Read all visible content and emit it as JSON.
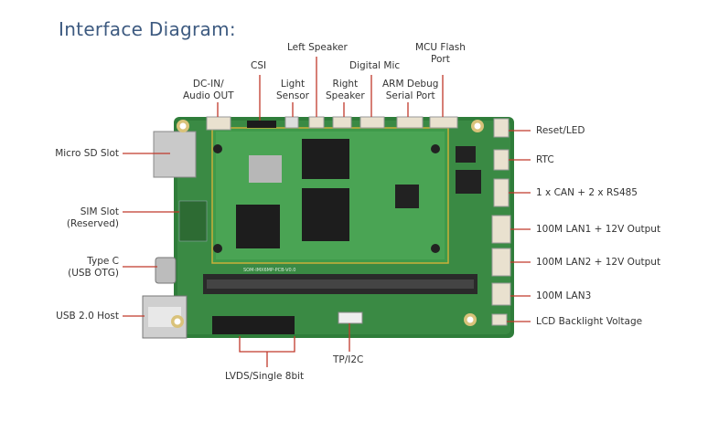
{
  "title": "Interface Diagram:",
  "top_labels": {
    "dc_in": "DC-IN/\nAudio OUT",
    "csi": "CSI",
    "light_sensor": "Light\nSensor",
    "left_speaker": "Left Speaker",
    "right_speaker": "Right\nSpeaker",
    "digital_mic": "Digital Mic",
    "arm_debug": "ARM Debug\nSerial Port",
    "mcu_flash": "MCU Flash\nPort"
  },
  "left_labels": {
    "micro_sd": "Micro SD Slot",
    "sim_slot": "SIM Slot\n(Reserved)",
    "type_c": "Type C\n(USB OTG)",
    "usb_host": "USB 2.0 Host"
  },
  "right_labels": {
    "reset_led": "Reset/LED",
    "rtc": "RTC",
    "can_rs485": "1 x CAN + 2 x RS485",
    "lan1": "100M LAN1 + 12V Output",
    "lan2": "100M LAN2 + 12V Output",
    "lan3": "100M LAN3",
    "lcd_backlight": "LCD Backlight Voltage"
  },
  "bottom_labels": {
    "lvds": "LVDS/Single 8bit",
    "tp_i2c": "TP/I2C"
  },
  "board_silkscreen": "SOM-IMX6MP-PCB-V0.0",
  "colors": {
    "title": "#3d5a80",
    "board": "#2f7d3a",
    "leader": "#c0392b"
  }
}
